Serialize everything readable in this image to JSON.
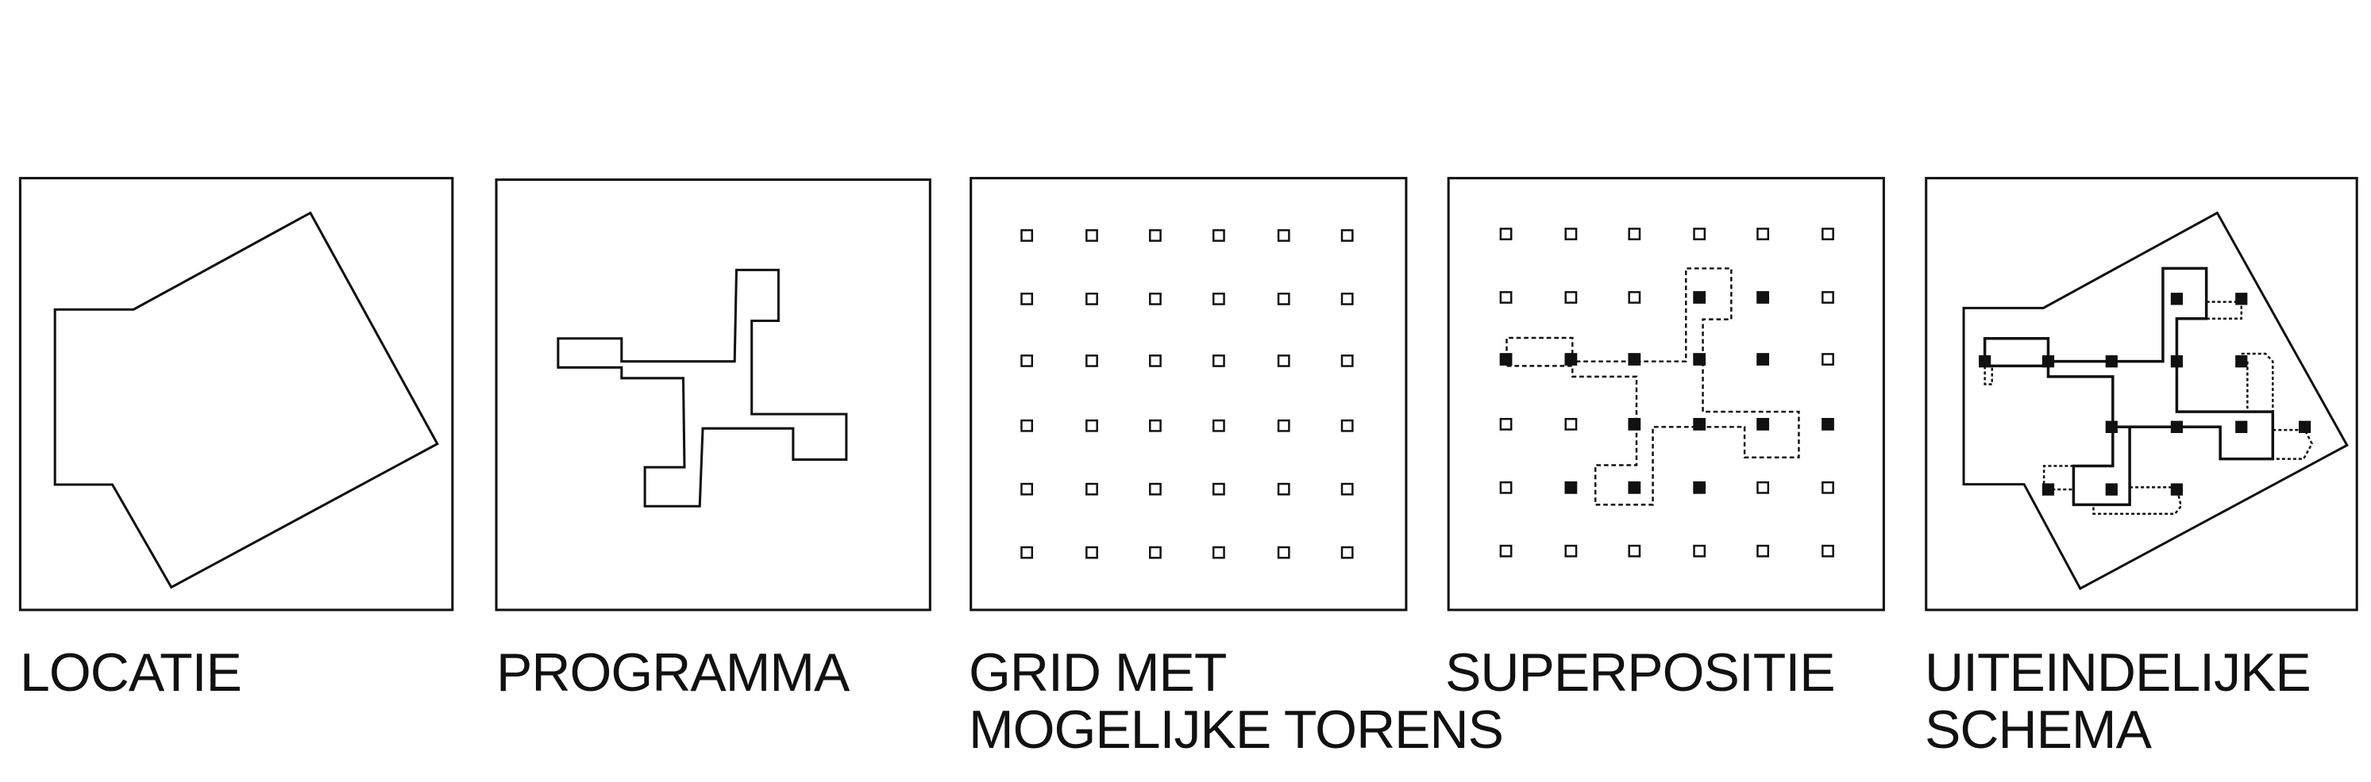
{
  "panels": [
    {
      "id": "locatie",
      "label_lines": [
        "LOCATIE"
      ]
    },
    {
      "id": "programma",
      "label_lines": [
        "PROGRAMMA"
      ]
    },
    {
      "id": "grid",
      "label_lines": [
        "GRID MET",
        "MOGELIJKE TORENS"
      ]
    },
    {
      "id": "superpositie",
      "label_lines": [
        "SUPERPOSITIE"
      ]
    },
    {
      "id": "schema",
      "label_lines": [
        "UITEINDELIJKE",
        "SCHEMA"
      ]
    }
  ],
  "grid": {
    "rows": 6,
    "cols": 6
  },
  "superposition_filled_towers": [
    [
      1,
      3
    ],
    [
      1,
      4
    ],
    [
      2,
      0
    ],
    [
      2,
      1
    ],
    [
      2,
      2
    ],
    [
      2,
      3
    ],
    [
      2,
      4
    ],
    [
      3,
      2
    ],
    [
      3,
      3
    ],
    [
      3,
      4
    ],
    [
      3,
      5
    ],
    [
      4,
      1
    ],
    [
      4,
      2
    ],
    [
      4,
      3
    ]
  ],
  "colors": {
    "ink": "#111111",
    "background": "#ffffff"
  }
}
